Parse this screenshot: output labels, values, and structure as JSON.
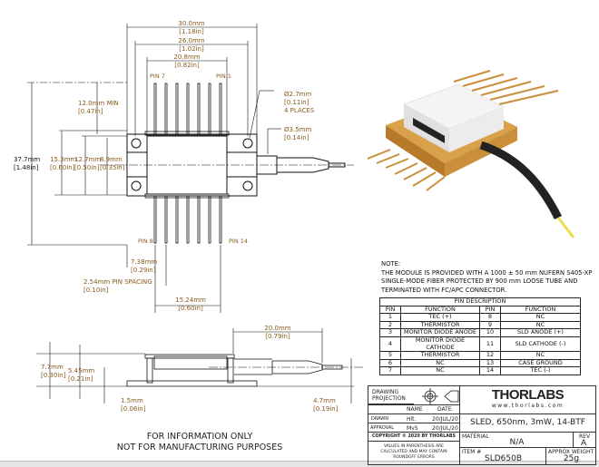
{
  "dimensions": {
    "overall_width": {
      "mm": "30.0mm",
      "in": "[1.18in]"
    },
    "hole_spacing": {
      "mm": "26.0mm",
      "in": "[1.02in]"
    },
    "inner_width": {
      "mm": "20.8mm",
      "in": "[0.82in]"
    },
    "pin_length": {
      "mm": "12.0mm MIN",
      "in": "[0.47in]"
    },
    "hole_dia": {
      "mm": "Ø2.7mm",
      "in": "[0.11in]",
      "note": "4 PLACES"
    },
    "fiber_dia": {
      "mm": "Ø3.5mm",
      "in": "[0.14in]"
    },
    "overall_height": {
      "mm": "37.7mm",
      "in": "[1.48in]"
    },
    "height_15": {
      "mm": "15.3mm",
      "in": "[0.60in]"
    },
    "height_12": {
      "mm": "12.7mm",
      "in": "[0.50in]"
    },
    "height_8": {
      "mm": "8.9mm",
      "in": "[0.35in]"
    },
    "pin_offset": {
      "mm": "7.38mm",
      "in": "[0.29in]"
    },
    "pin_spacing": {
      "mm": "2.54mm PIN SPACING",
      "in": "[0.10in]"
    },
    "pin_row": {
      "mm": "15.24mm",
      "in": "[0.60in]"
    },
    "boot_length": {
      "mm": "20.0mm",
      "in": "[0.79in]"
    },
    "side_height": {
      "mm": "7.7mm",
      "in": "[0.30in]"
    },
    "side_pin_height": {
      "mm": "5.45mm",
      "in": "[0.21in]"
    },
    "base_thickness": {
      "mm": "1.5mm",
      "in": "[0.06in]"
    },
    "fiber_height": {
      "mm": "4.7mm",
      "in": "[0.19in]"
    }
  },
  "pin_labels": {
    "pin7": "PIN 7",
    "pin1": "PIN 1",
    "pin8": "PIN 8",
    "pin14": "PIN 14"
  },
  "disclaimer": [
    "FOR INFORMATION ONLY",
    "NOT FOR MANUFACTURING PURPOSES"
  ],
  "note": {
    "title": "NOTE:",
    "lines": [
      "THE MODULE IS PROVIDED WITH A 1000 ± 50 mm NUFERN S405-XP",
      "SINGLE-MODE FIBER PROTECTED BY 900 mm LOOSE TUBE AND",
      "TERMINATED WITH FC/APC CONNECTOR."
    ]
  },
  "pin_table": {
    "title": "PIN DESCRIPTION",
    "headers": [
      "PIN",
      "FUNCTION",
      "PIN",
      "FUNCTION"
    ],
    "rows": [
      [
        "1",
        "TEC (+)",
        "8",
        "NC"
      ],
      [
        "2",
        "THERMISTOR",
        "9",
        "NC"
      ],
      [
        "3",
        "MONITOR DIODE ANODE",
        "10",
        "SLD ANODE (+)"
      ],
      [
        "4",
        "MONITOR DIODE CATHODE",
        "11",
        "SLD CATHODE (-)"
      ],
      [
        "5",
        "THERMISTOR",
        "12",
        "NC"
      ],
      [
        "6",
        "NC",
        "13",
        "CASE GROUND"
      ],
      [
        "7",
        "NC",
        "14",
        "TEC (-)"
      ]
    ]
  },
  "title_block": {
    "drawing_projection": "DRAWING PROJECTION",
    "name_header": "NAME",
    "date_header": "DATE",
    "drawn_label": "DRAWN",
    "drawn_name": "Hlt.",
    "drawn_date": "20/JUL/20",
    "approval_label": "APPROVAL",
    "approval_name": "MvS",
    "approval_date": "20/JUL/20",
    "copyright": "COPYRIGHT © 2020 BY THORLABS",
    "values_note": "VALUES IN PARENTHESIS ARE CALCULATED AND MAY CONTAIN ROUNDOFF ERRORS",
    "logo": "THORLABS",
    "website": "www.thorlabs.com",
    "description": "SLED, 650nm, 3mW, 14-BTF",
    "material_label": "MATERIAL",
    "material": "N/A",
    "rev_label": "REV",
    "rev": "A",
    "item_label": "ITEM #",
    "item": "SLD650B",
    "weight_label": "APPROX WEIGHT",
    "weight": "25g"
  },
  "colors": {
    "dimension_text": "#8a5a1a",
    "package_gold": "#d9a24a",
    "fiber_yellow": "#e8e04a"
  }
}
